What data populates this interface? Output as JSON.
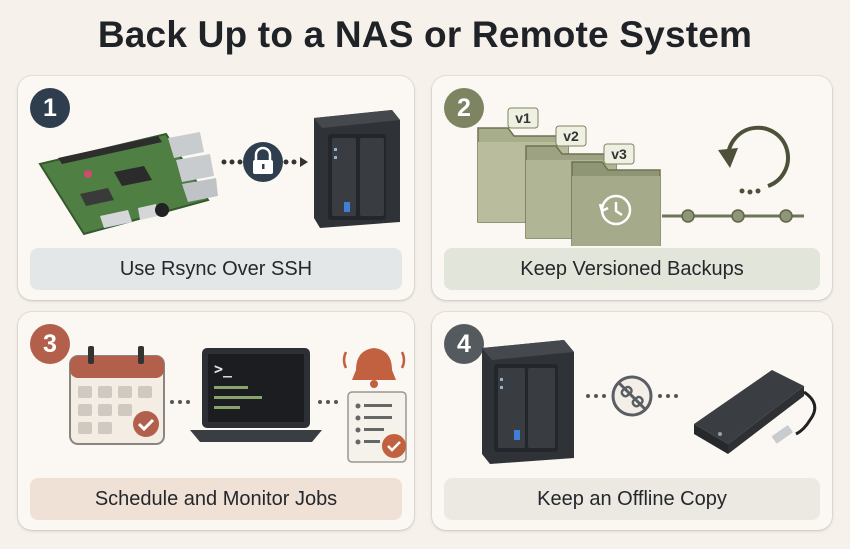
{
  "title": "Back Up to a NAS or Remote System",
  "colors": {
    "step1": "#2e3e4e",
    "step2": "#7d8461",
    "step3": "#b2604b",
    "step4": "#555a5e"
  },
  "steps": [
    {
      "number": "1",
      "label": "Use Rsync Over SSH",
      "icons": [
        "raspberry-pi-board-icon",
        "lock-icon",
        "nas-device-icon"
      ]
    },
    {
      "number": "2",
      "label": "Keep Versioned Backups",
      "versions": [
        "v1",
        "v2",
        "v3"
      ],
      "icons": [
        "folder-icon",
        "history-icon",
        "refresh-arrow-icon",
        "timeline-icon"
      ]
    },
    {
      "number": "3",
      "label": "Schedule and Monitor Jobs",
      "terminal_prompt": ">_",
      "icons": [
        "calendar-icon",
        "laptop-terminal-icon",
        "bell-icon",
        "checklist-icon"
      ]
    },
    {
      "number": "4",
      "label": "Keep an Offline Copy",
      "icons": [
        "nas-device-icon",
        "broken-link-icon",
        "external-drive-icon"
      ]
    }
  ]
}
